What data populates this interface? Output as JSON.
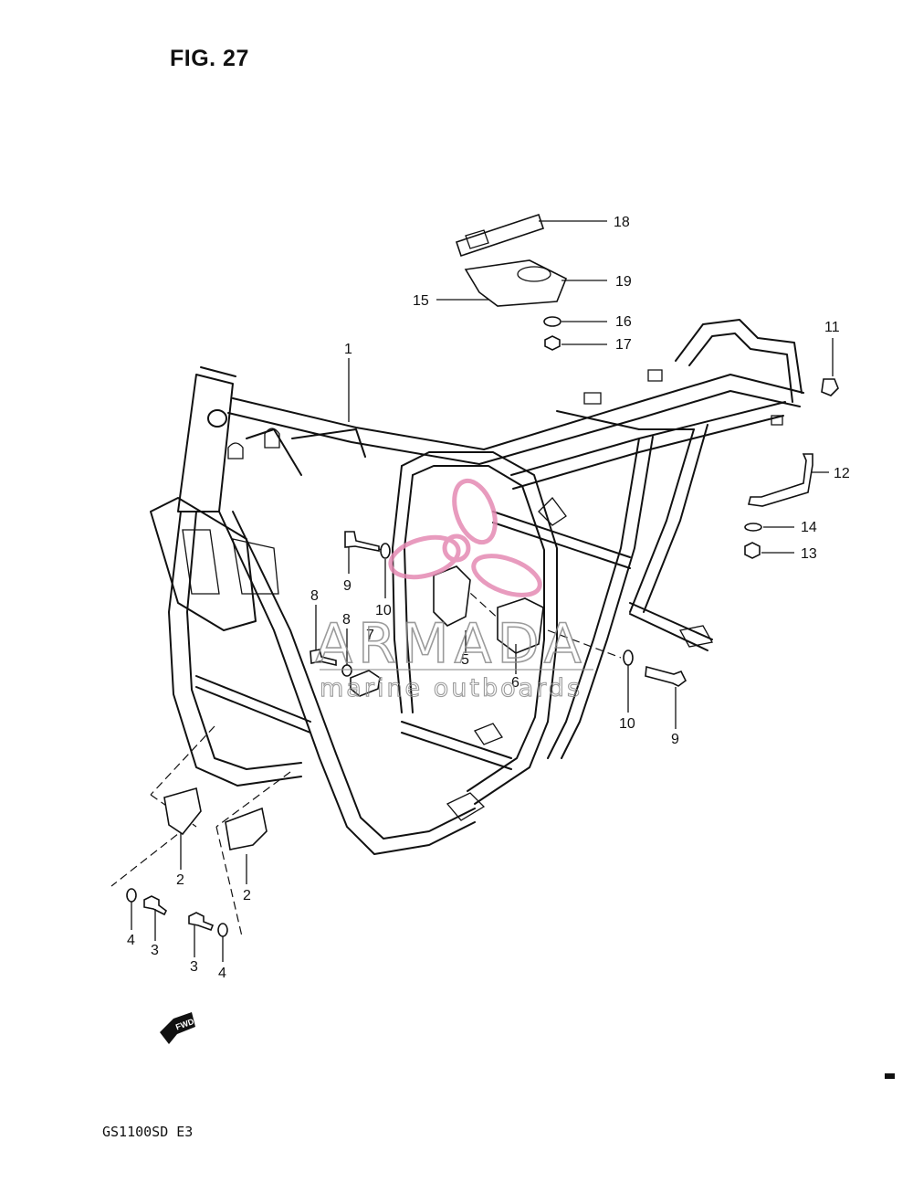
{
  "figure_title": "FIG. 27",
  "model_code": "GS1100SD  E3",
  "watermark": {
    "brand": "ARMADA",
    "tagline": "marine outboards",
    "accent_color": "#e58ab3"
  },
  "direction_badge": "FWD",
  "callouts": [
    "1",
    "2",
    "2",
    "3",
    "3",
    "4",
    "4",
    "5",
    "6",
    "7",
    "8",
    "8",
    "9",
    "9",
    "10",
    "10",
    "11",
    "12",
    "13",
    "14",
    "15",
    "16",
    "17",
    "18",
    "19"
  ]
}
